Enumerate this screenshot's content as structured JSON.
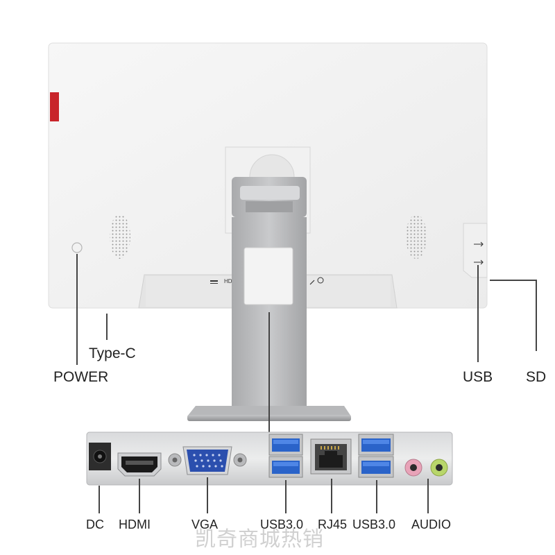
{
  "callouts": {
    "power": "POWER",
    "type_c": "Type-C",
    "usb_side": "USB",
    "sd": "SD"
  },
  "panel_ports": {
    "dc": "DC",
    "hdmi": "HDMI",
    "vga": "VGA",
    "usb3_left": "USB3.0",
    "rj45": "RJ45",
    "usb3_right": "USB3.0",
    "audio": "AUDIO"
  },
  "rear_strip_markings": {
    "hdmi": "HD"
  },
  "watermark": "凯奇商城热销",
  "colors": {
    "monitor_body": "#f4f4f4",
    "accent_red": "#c8242a",
    "stand": "#b8b9bb",
    "usb3_blue": "#2a63c9",
    "mic_pink": "#e8a3b8",
    "audio_green": "#b8d66a"
  }
}
